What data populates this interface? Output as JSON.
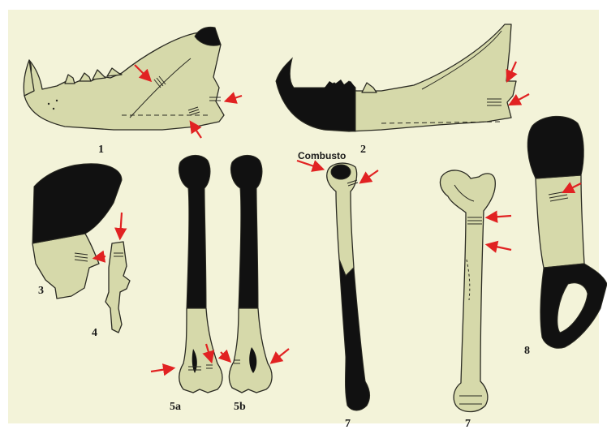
{
  "figure": {
    "labels": {
      "mandible_left": "1",
      "mandible_right": "2",
      "scapula": "3",
      "ulna_fragment": "4",
      "humerus_a": "5a",
      "humerus_b": "5b",
      "radius": "7",
      "femur": "7",
      "pelvis": "8"
    },
    "annotation": "Combusto",
    "colors": {
      "background": "#f3f3d9",
      "bone": "#d6d9aa",
      "burnt": "#111111",
      "arrow": "#e12222"
    }
  }
}
